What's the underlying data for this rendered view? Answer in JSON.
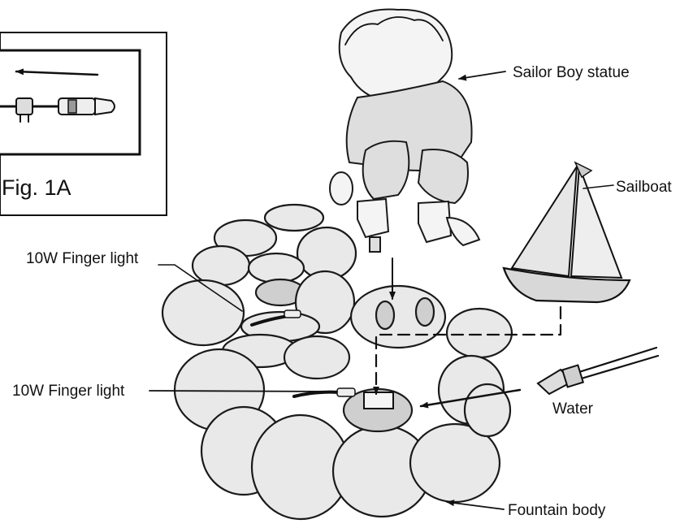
{
  "inset": {
    "caption": "Fig. 1A"
  },
  "labels": {
    "sailor_boy": "Sailor Boy statue",
    "sailboat": "Sailboat",
    "finger_light_top": "10W Finger light",
    "finger_light_bottom": "10W Finger light",
    "water": "Water",
    "fountain_body": "Fountain body"
  }
}
